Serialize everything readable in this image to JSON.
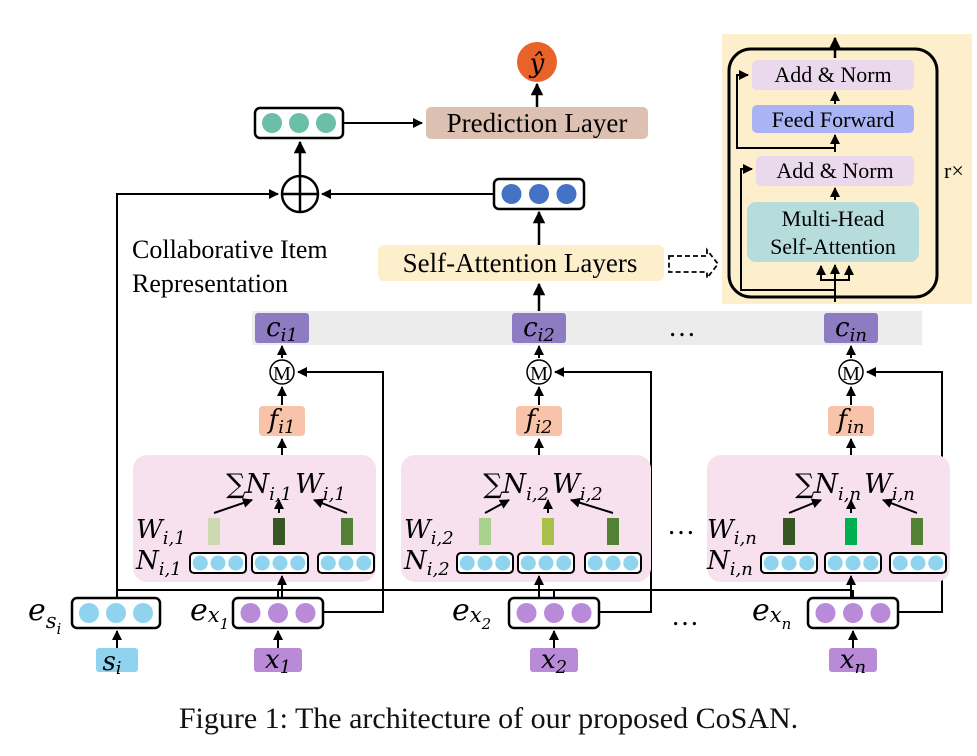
{
  "figure": {
    "caption": "Figure 1: The architecture of our proposed CoSAN."
  },
  "colors": {
    "output_node": "#e8622a",
    "prediction_layer": "#dcc0b1",
    "final_embedding": "#6bbfa8",
    "sequence_embedding": "#4472c4",
    "self_attention_bg": "#fdefcc",
    "transformer_panel_bg": "#fdefcc",
    "add_norm": "#ead9ec",
    "feed_forward": "#aab4f5",
    "multi_head": "#b7dcdc",
    "collab_item": "#8e7cc3",
    "collab_row_bg": "#ececec",
    "f_box": "#f8c3a8",
    "neighbor_panel": "#f7e1ee",
    "neighbor_dots": "#8fd3ee",
    "item_dots": "#b88ad8",
    "item_box": "#b88ad8",
    "session_box": "#8fd3ee"
  },
  "top": {
    "output_label": "ŷ",
    "prediction_layer_label": "Prediction Layer",
    "combine_symbol": "⊕"
  },
  "self_attention": {
    "label": "Self-Attention Layers",
    "collab_label_line1": "Collaborative Item",
    "collab_label_line2": "Representation"
  },
  "transformer_block": {
    "add_norm_top": "Add & Norm",
    "feed_forward": "Feed Forward",
    "add_norm_bottom": "Add & Norm",
    "multi_head_line1": "Multi-Head",
    "multi_head_line2": "Self-Attention",
    "repeat_label": "r×"
  },
  "columns": [
    {
      "c_base": "c",
      "c_sub": "i1",
      "f_base": "f",
      "f_sub": "i1",
      "merge_symbol": "M",
      "sum_expr": "∑N",
      "sum_sub1": "i,1",
      "sum_w": "W",
      "sum_sub2": "i,1",
      "w_label": "W",
      "w_sub": "i,1",
      "n_label": "N",
      "n_sub": "i,1",
      "weight_colors": [
        "#cdd9b0",
        "#375623",
        "#548235"
      ],
      "e_base": "e",
      "e_sub": "x",
      "e_subsub": "1",
      "x_base": "x",
      "x_sub": "1"
    },
    {
      "c_base": "c",
      "c_sub": "i2",
      "f_base": "f",
      "f_sub": "i2",
      "merge_symbol": "M",
      "sum_expr": "∑N",
      "sum_sub1": "i,2",
      "sum_w": "W",
      "sum_sub2": "i,2",
      "w_label": "W",
      "w_sub": "i,2",
      "n_label": "N",
      "n_sub": "i,2",
      "weight_colors": [
        "#a9d18e",
        "#a9c04a",
        "#548235"
      ],
      "e_base": "e",
      "e_sub": "x",
      "e_subsub": "2",
      "x_base": "x",
      "x_sub": "2"
    },
    {
      "c_base": "c",
      "c_sub": "in",
      "f_base": "f",
      "f_sub": "in",
      "merge_symbol": "M",
      "sum_expr": "∑N",
      "sum_sub1": "i,n",
      "sum_w": "W",
      "sum_sub2": "i,n",
      "w_label": "W",
      "w_sub": "i,n",
      "n_label": "N",
      "n_sub": "i,n",
      "weight_colors": [
        "#375623",
        "#00b050",
        "#548235"
      ],
      "e_base": "e",
      "e_sub": "x",
      "e_subsub": "n",
      "x_base": "x",
      "x_sub": "n"
    }
  ],
  "session": {
    "e_base": "e",
    "e_sub": "s",
    "e_subsub": "i",
    "s_base": "s",
    "s_sub": "i"
  },
  "ellipsis": "…"
}
